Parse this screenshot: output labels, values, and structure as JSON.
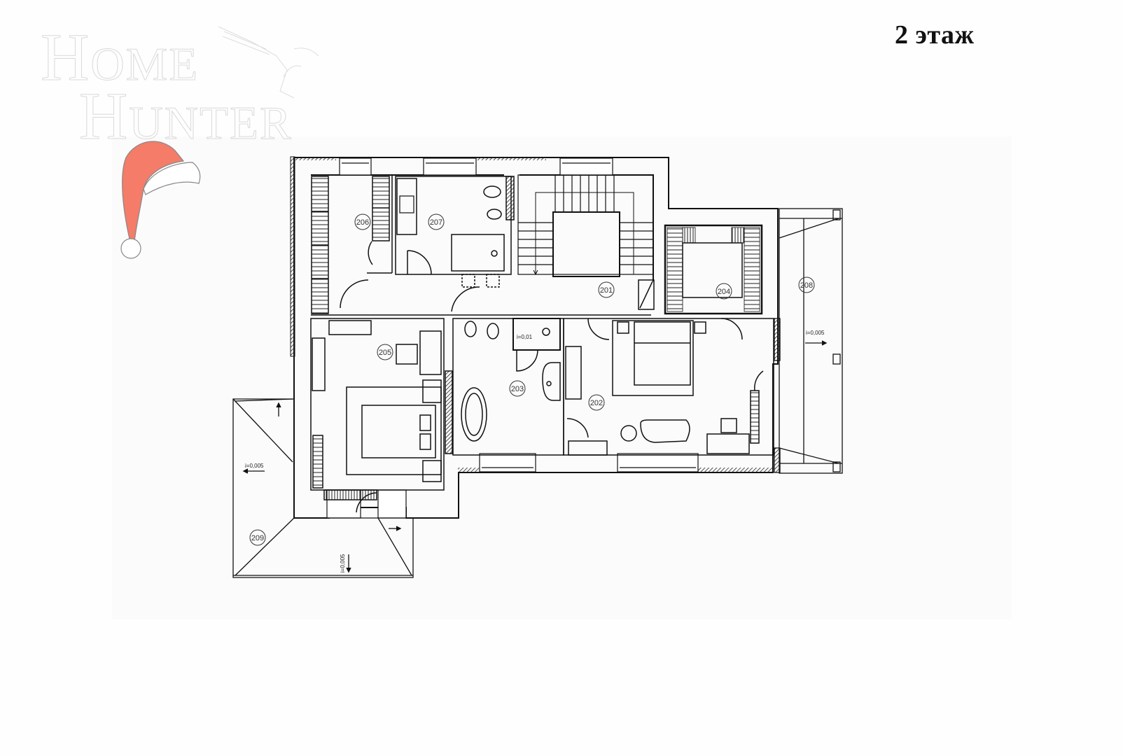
{
  "header": {
    "floor_title": "2 этаж"
  },
  "watermark": {
    "line1": "Home",
    "line2": "Hunter"
  },
  "decoration": {
    "santa_hat_color": "#f47c68"
  },
  "plan": {
    "rooms": [
      {
        "id": "201",
        "label": "201"
      },
      {
        "id": "202",
        "label": "202"
      },
      {
        "id": "203",
        "label": "203"
      },
      {
        "id": "204",
        "label": "204"
      },
      {
        "id": "205",
        "label": "205"
      },
      {
        "id": "206",
        "label": "206"
      },
      {
        "id": "207",
        "label": "207"
      },
      {
        "id": "208",
        "label": "208"
      },
      {
        "id": "209",
        "label": "209"
      }
    ],
    "slope_labels": {
      "shower_203": "i=0,01",
      "terrace_208": "i=0,005",
      "terrace_209_left": "i=0,005",
      "terrace_209_bottom": "i=0,005"
    }
  }
}
